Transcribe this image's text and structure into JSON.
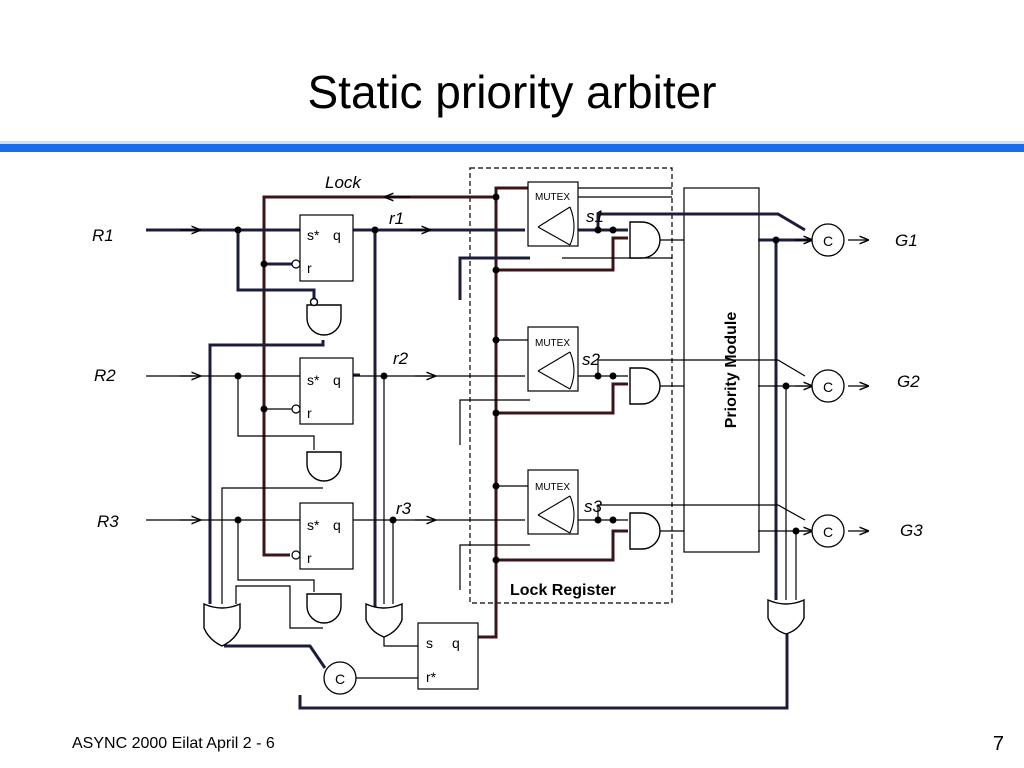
{
  "slide": {
    "title": "Static priority arbiter",
    "footer": "ASYNC 2000 Eilat April 2 - 6",
    "page_number": "7"
  },
  "diagram": {
    "lock_label": "Lock",
    "lock_register_label": "Lock Register",
    "priority_module_label": "Priority Module",
    "requests": [
      "R1",
      "R2",
      "R3"
    ],
    "grants": [
      "G1",
      "G2",
      "G3"
    ],
    "internal_requests": [
      "r1",
      "r2",
      "r3"
    ],
    "mutex_outputs": [
      "s1",
      "s2",
      "s3"
    ],
    "mutex_label": "MUTEX",
    "flipflop_inputs": {
      "set_star": "s*",
      "q": "q",
      "reset": "r",
      "set": "s",
      "reset_star": "r*"
    },
    "c_element_label": "C"
  },
  "colors": {
    "accent_bar": "#1a6dea",
    "bold_wire": "#1c1c3c",
    "lock_wire": "#3a1418",
    "thin_wire": "#000000"
  }
}
